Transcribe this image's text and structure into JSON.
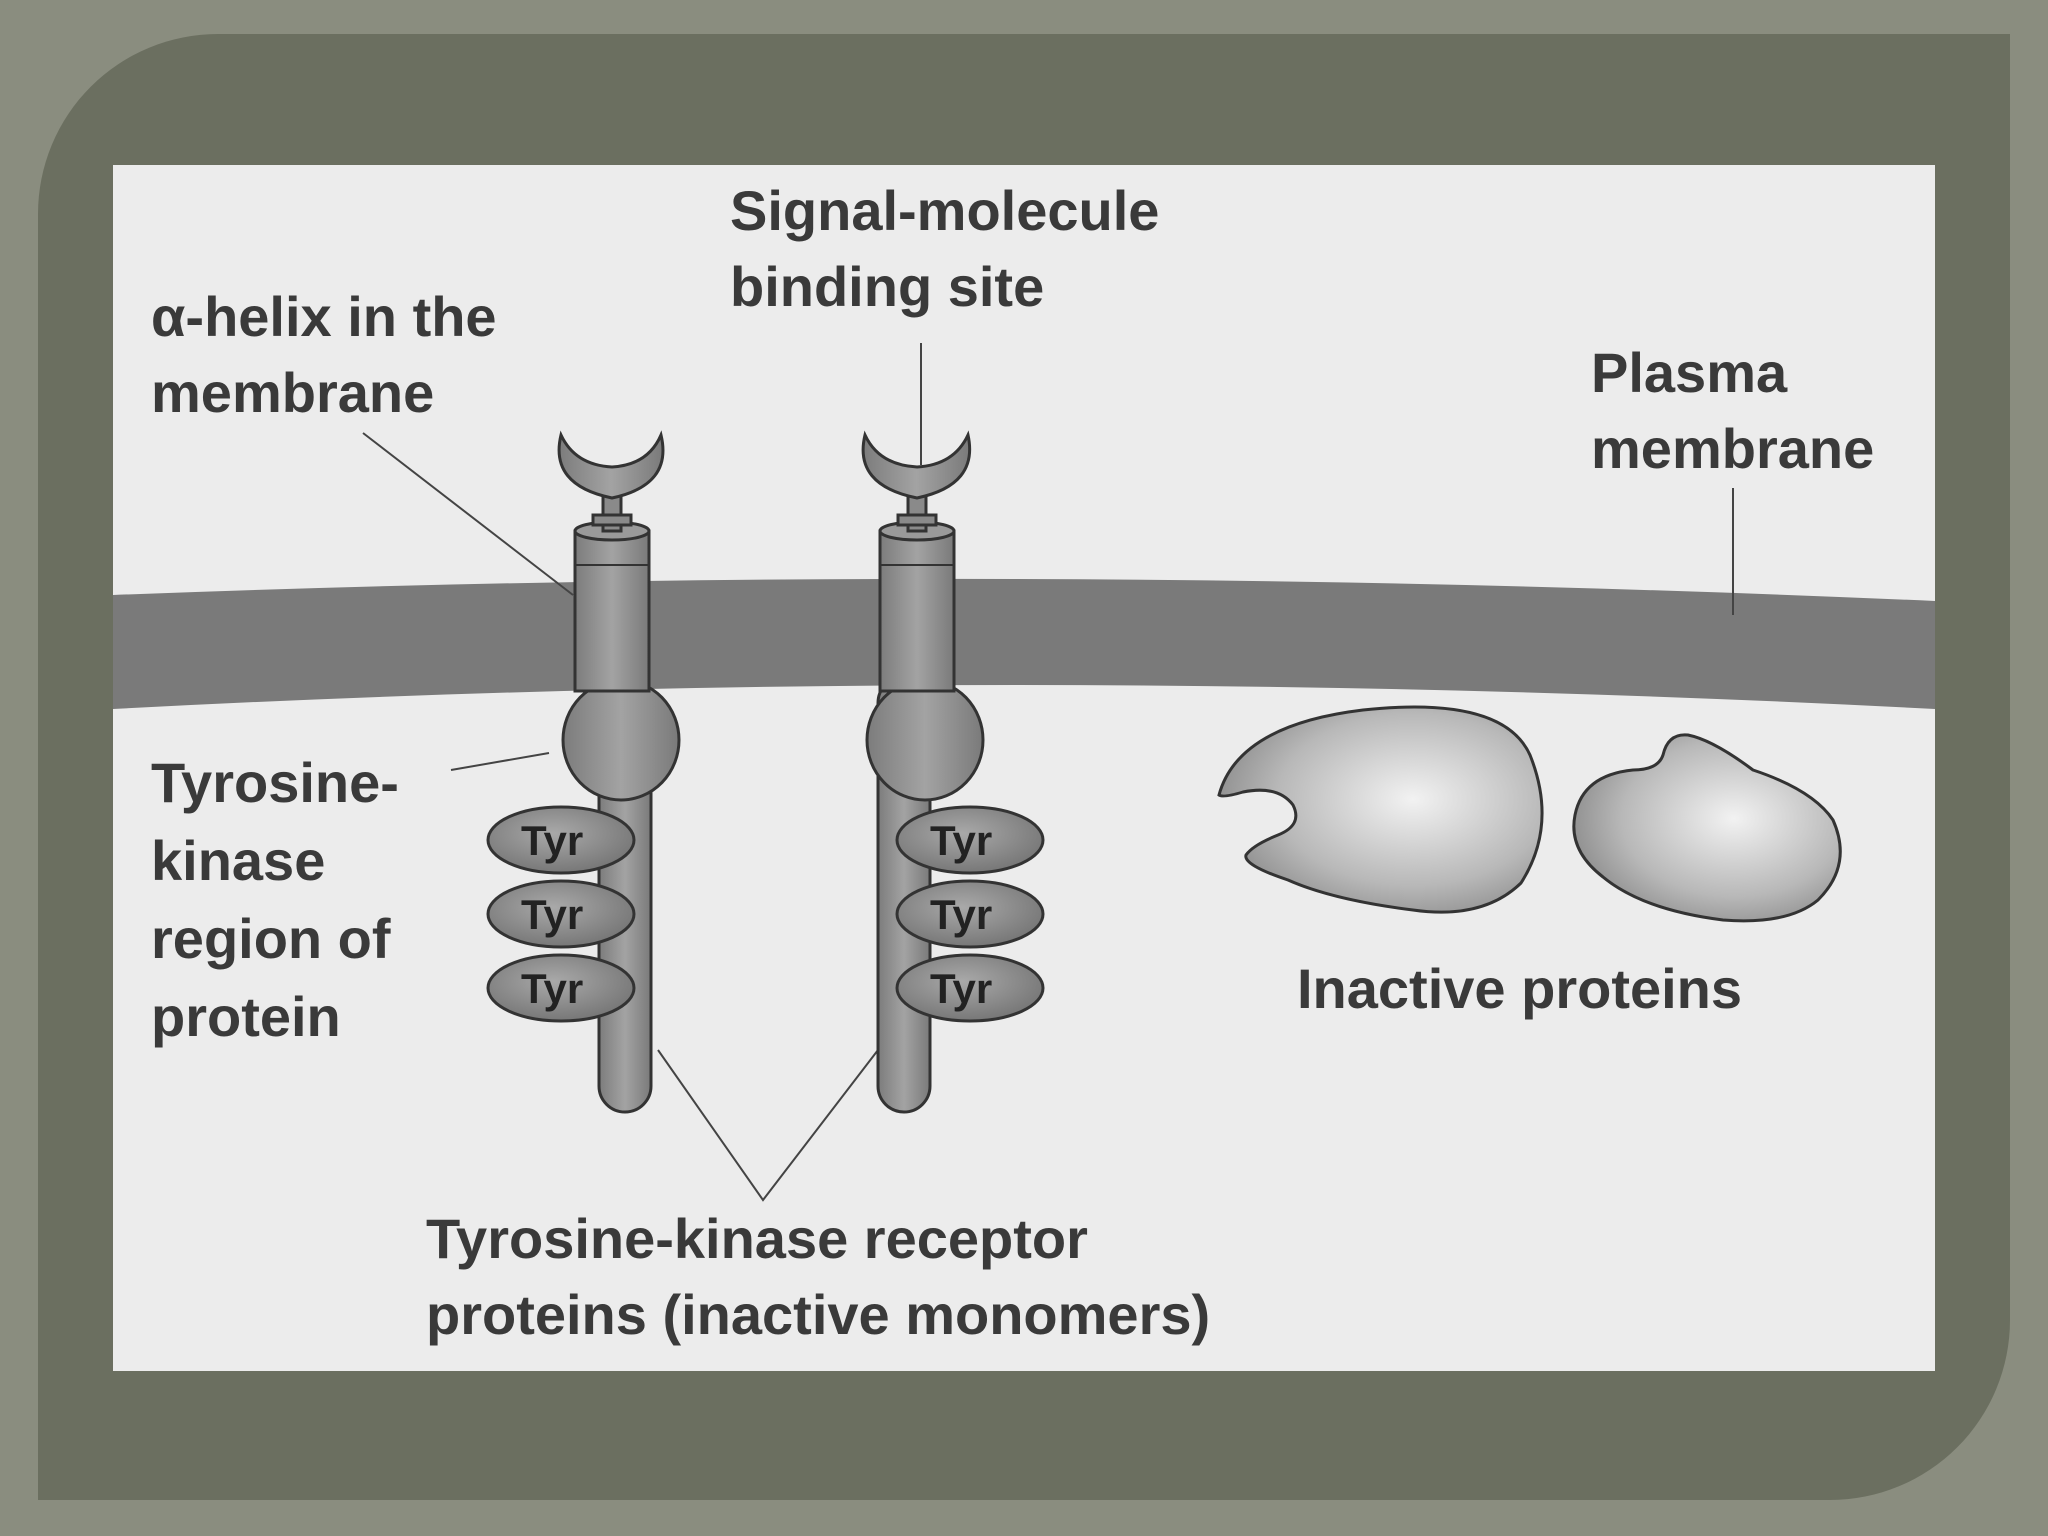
{
  "colors": {
    "page_bg": "#8a8d7f",
    "frame": "#6b6f60",
    "panel": "#ececec",
    "membrane": "#7a7a7a",
    "receptor": "#8a8a8a",
    "outline": "#333333",
    "text": "#3a3a3a"
  },
  "labels": {
    "alpha_helix": [
      "α-helix in the",
      "membrane"
    ],
    "signal_site": [
      "Signal-molecule",
      "binding site"
    ],
    "plasma_membrane": [
      "Plasma",
      "membrane"
    ],
    "tk_region": [
      "Tyrosine-",
      "kinase",
      "region of",
      "protein"
    ],
    "inactive_proteins": "Inactive proteins",
    "receptor_proteins": [
      "Tyrosine-kinase receptor",
      "proteins (inactive monomers)"
    ]
  },
  "receptors": [
    {
      "tyr": [
        "Tyr",
        "Tyr",
        "Tyr"
      ]
    },
    {
      "tyr": [
        "Tyr",
        "Tyr",
        "Tyr"
      ]
    }
  ]
}
